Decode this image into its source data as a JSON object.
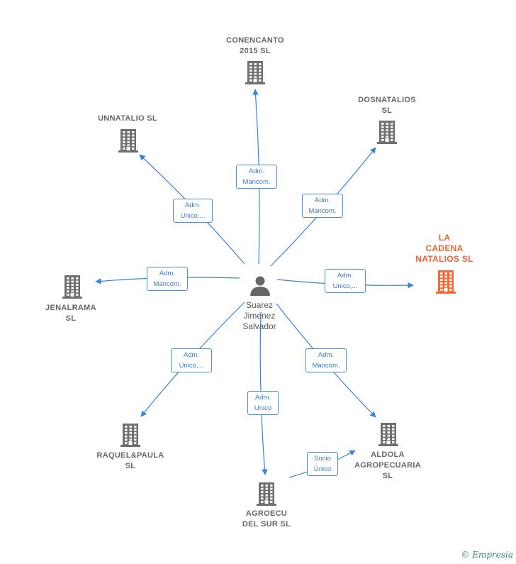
{
  "colors": {
    "edge": "#3a84d6",
    "building": "#707070",
    "focus": "#f26b3a",
    "person": "#666666"
  },
  "person": {
    "name": "Suarez\nJimenez\nSalvador",
    "icon": "person-icon"
  },
  "companies": [
    {
      "id": "conencanto",
      "label": "CONENCANTO\n2015  SL",
      "focus": false
    },
    {
      "id": "unnatalio",
      "label": "UNNATALIO  SL",
      "focus": false
    },
    {
      "id": "dosnatalios",
      "label": "DOSNATALIOS\nSL",
      "focus": false
    },
    {
      "id": "lacadena",
      "label": "LA\nCADENA\nNATALIOS  SL",
      "focus": true
    },
    {
      "id": "jenalrama",
      "label": "JENALRAMA\nSL",
      "focus": false
    },
    {
      "id": "raquel",
      "label": "RAQUEL&PAULA\nSL",
      "focus": false
    },
    {
      "id": "agroecu",
      "label": "AGROECU\nDEL SUR SL",
      "focus": false
    },
    {
      "id": "aldola",
      "label": "ALDOLA\nAGROPECUARIA\nSL",
      "focus": false
    }
  ],
  "edges": [
    {
      "to": "conencanto",
      "label": "Adm.\nMancom."
    },
    {
      "to": "unnatalio",
      "label": "Adm.\nUnico,..."
    },
    {
      "to": "dosnatalios",
      "label": "Adm.\nMancom."
    },
    {
      "to": "lacadena",
      "label": "Adm.\nUnico,..."
    },
    {
      "to": "jenalrama",
      "label": "Adm.\nMancom."
    },
    {
      "to": "raquel",
      "label": "Adm.\nUnico,..."
    },
    {
      "to": "agroecu",
      "label": "Adm.\nUnico"
    },
    {
      "to": "aldola",
      "label": "Adm.\nMancom."
    },
    {
      "from": "agroecu",
      "to": "aldola",
      "label": "Socio\nÚnico"
    }
  ],
  "footer": {
    "copyright": "©",
    "brand": "Empresia"
  }
}
